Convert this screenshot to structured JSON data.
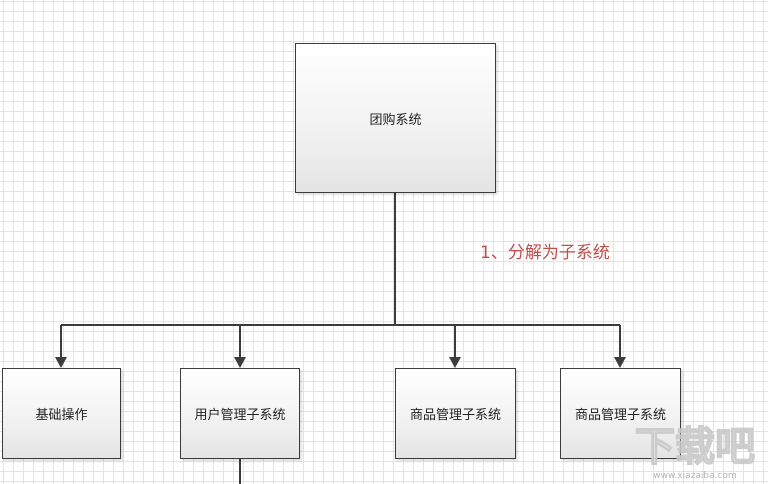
{
  "diagram": {
    "root": "团购系统",
    "annotation": "1、分解为子系统",
    "children": [
      "基础操作",
      "用户管理子系统",
      "商品管理子系统",
      "商品管理子系统"
    ]
  },
  "watermark": {
    "text": "下载吧",
    "subtext": "www.xiazaiba.com"
  },
  "colors": {
    "annotation": "#c0504d",
    "line": "#3c3c3c",
    "grid": "#e3e3e3"
  }
}
